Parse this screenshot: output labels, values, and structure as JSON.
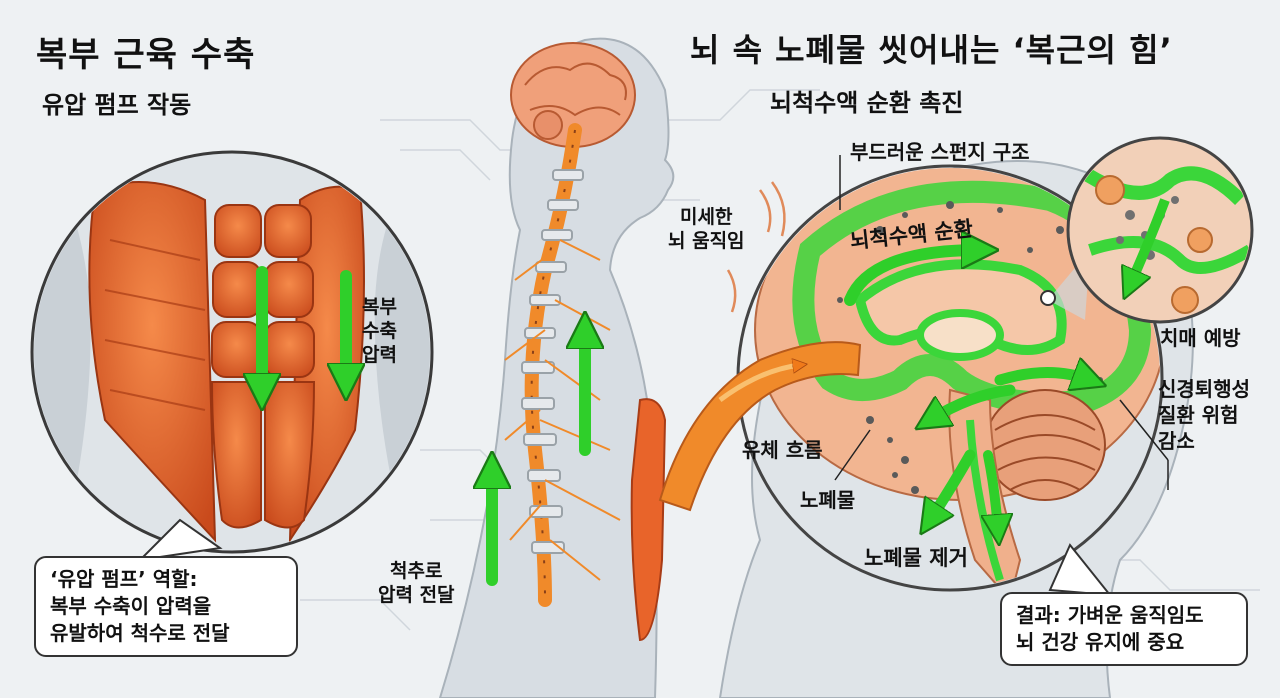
{
  "header_left": {
    "title": "복부 근육 수축",
    "subtitle": "유압 펌프 작동"
  },
  "header_right": {
    "title": "뇌 속 노폐물 씻어내는 ‘복근의 힘’",
    "subtitle": "뇌척수액 순환 촉진"
  },
  "labels": {
    "abdominal_pressure": [
      "복부",
      "수축",
      "압력"
    ],
    "spine_transfer": [
      "척추로",
      "압력 전달"
    ],
    "brain_motion": [
      "미세한",
      "뇌 움직임"
    ],
    "sponge": "부드러운 스펀지 구조",
    "csf_flow": "뇌척수액 순환",
    "fluid_flow": "유체 흐름",
    "waste": "노폐물",
    "waste_removal": "노폐물 제거",
    "dementia": "치매 예방",
    "neuro_risk": [
      "신경퇴행성",
      "질환 위험",
      "감소"
    ]
  },
  "callouts": {
    "pump_role": [
      "‘유압 펌프’ 역할:",
      "복부 수축이 압력을",
      "유발하여 척수로 전달"
    ],
    "result": [
      "결과: 가벼운 움직임도",
      "뇌 건강 유지에 중요"
    ]
  },
  "colors": {
    "muscle": "#e8642a",
    "muscle_dark": "#b8401a",
    "csf_green": "#3bd63a",
    "spine_orange": "#f08a2a",
    "brain_tissue": "#f0b08c",
    "skin": "#d7dde3"
  }
}
